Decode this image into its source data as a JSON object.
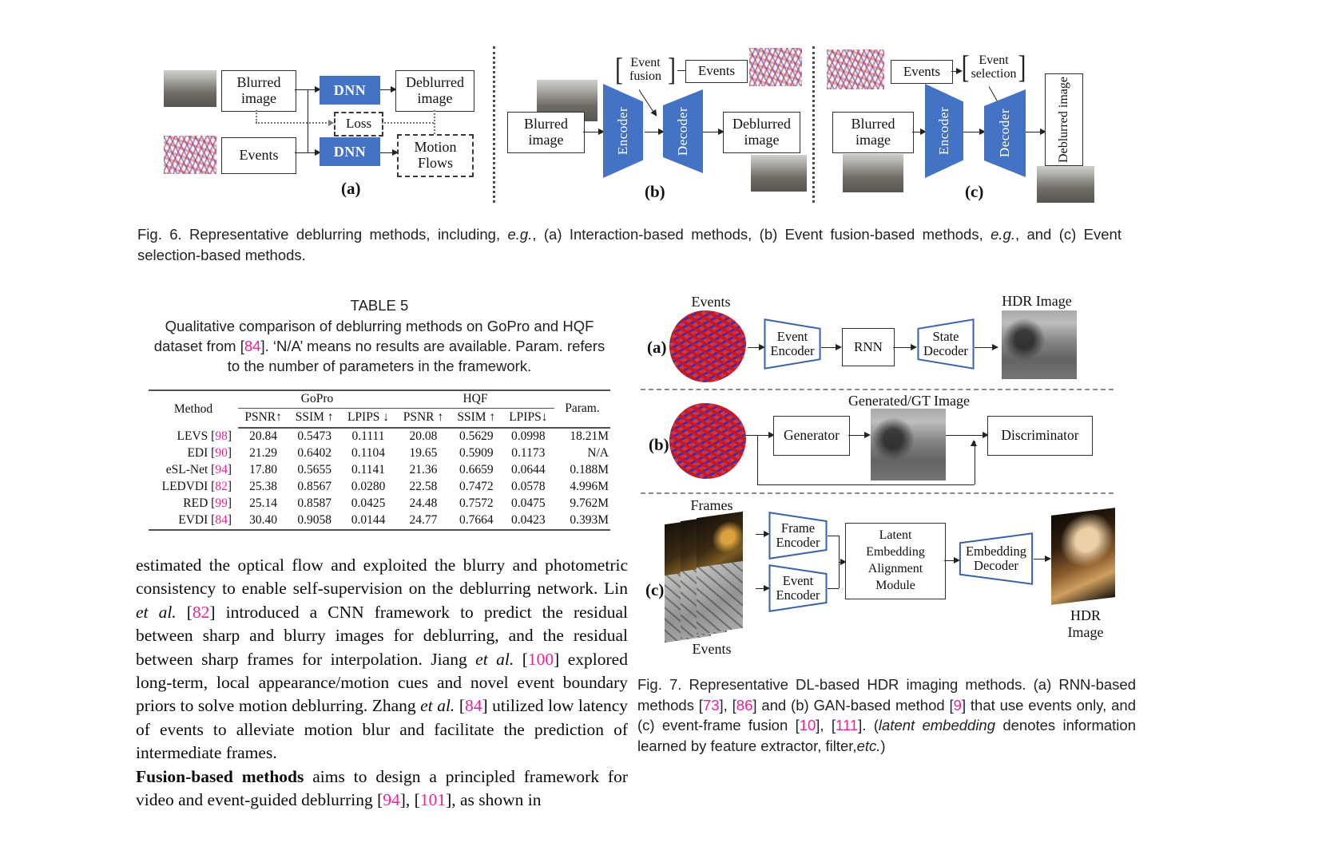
{
  "colors": {
    "accent_blue": "#4472c4",
    "trap_outline_blue": "#3a62a8",
    "ref_magenta": "#e8249c"
  },
  "fig6": {
    "a": {
      "blurred": "Blurred image",
      "events": "Events",
      "dnn_top": "DNN",
      "dnn_bottom": "DNN",
      "loss": "Loss",
      "deblurred": "Deblurred image",
      "motion_flows": "Motion Flows",
      "label": "(a)"
    },
    "b": {
      "event_fusion": "Event fusion",
      "events": "Events",
      "blurred": "Blurred image",
      "encoder": "Encoder",
      "decoder": "Decoder",
      "deblurred": "Deblurred image",
      "label": "(b)"
    },
    "c": {
      "events": "Events",
      "event_selection": "Event selection",
      "blurred": "Blurred image",
      "encoder": "Encoder",
      "decoder": "Decoder",
      "deblurred": "Deblurred image",
      "label": "(c)"
    },
    "caption_runs": [
      {
        "t": "Fig. 6.  Representative deblurring methods, including, "
      },
      {
        "t": "e.g.",
        "s": "i"
      },
      {
        "t": ", (a) Interaction-based methods, (b) Event fusion-based methods, "
      },
      {
        "t": "e.g.",
        "s": "i"
      },
      {
        "t": ", and (c) Event selection-based methods."
      }
    ]
  },
  "table5": {
    "title": "TABLE 5",
    "caption_runs": [
      {
        "t": "Qualitative comparison of deblurring methods on GoPro and HQF dataset from  ["
      },
      {
        "t": "84",
        "s": "ref"
      },
      {
        "t": "]. ‘N/A’ means no results are available. Param. refers to the number of parameters in the framework."
      }
    ],
    "headers": {
      "method": "Method",
      "gopro": "GoPro",
      "hqf": "HQF",
      "param": "Param."
    },
    "sub_headers": [
      "PSNR↑",
      "SSIM ↑",
      "LPIPS ↓",
      "PSNR ↑",
      "SSIM ↑",
      "LPIPS↓"
    ],
    "rows": [
      {
        "method_runs": [
          {
            "t": "LEVS  ["
          },
          {
            "t": "98",
            "s": "ref"
          },
          {
            "t": "]"
          }
        ],
        "values": [
          "20.84",
          "0.5473",
          "0.1111",
          "20.08",
          "0.5629",
          "0.0998"
        ],
        "param": "18.21M"
      },
      {
        "method_runs": [
          {
            "t": "EDI  ["
          },
          {
            "t": "90",
            "s": "ref"
          },
          {
            "t": "]"
          }
        ],
        "values": [
          "21.29",
          "0.6402",
          "0.1104",
          "19.65",
          "0.5909",
          "0.1173"
        ],
        "param": "N/A"
      },
      {
        "method_runs": [
          {
            "t": "eSL-Net  ["
          },
          {
            "t": "94",
            "s": "ref"
          },
          {
            "t": "]"
          }
        ],
        "values": [
          "17.80",
          "0.5655",
          "0.1141",
          "21.36",
          "0.6659",
          "0.0644"
        ],
        "param": "0.188M"
      },
      {
        "method_runs": [
          {
            "t": "LEDVDI  ["
          },
          {
            "t": "82",
            "s": "ref"
          },
          {
            "t": "]"
          }
        ],
        "values": [
          "25.38",
          "0.8567",
          "0.0280",
          "22.58",
          "0.7472",
          "0.0578"
        ],
        "param": "4.996M"
      },
      {
        "method_runs": [
          {
            "t": "RED ["
          },
          {
            "t": "99",
            "s": "ref"
          },
          {
            "t": "]"
          }
        ],
        "values": [
          "25.14",
          "0.8587",
          "0.0425",
          "24.48",
          "0.7572",
          "0.0475"
        ],
        "param": "9.762M"
      },
      {
        "method_runs": [
          {
            "t": "EVDI ["
          },
          {
            "t": "84",
            "s": "ref"
          },
          {
            "t": "]"
          }
        ],
        "values": [
          "30.40",
          "0.9058",
          "0.0144",
          "24.77",
          "0.7664",
          "0.0423"
        ],
        "param": "0.393M"
      }
    ]
  },
  "bodytext": {
    "p1_runs": [
      {
        "t": "estimated the optical flow and exploited the blurry and photometric consistency to enable self-supervision on the deblurring network. Lin "
      },
      {
        "t": "et al.",
        "s": "i"
      },
      {
        "t": " ["
      },
      {
        "t": "82",
        "s": "ref"
      },
      {
        "t": "] introduced a CNN framework to predict the residual between sharp and blurry images for deblurring, and the residual between sharp frames for interpolation. Jiang "
      },
      {
        "t": "et al.",
        "s": "i"
      },
      {
        "t": " ["
      },
      {
        "t": "100",
        "s": "ref"
      },
      {
        "t": "] explored long-term, local appearance/motion cues and novel event boundary priors to solve motion deblurring. Zhang "
      },
      {
        "t": "et al.",
        "s": "i"
      },
      {
        "t": " ["
      },
      {
        "t": "84",
        "s": "ref"
      },
      {
        "t": "] utilized low latency of events to alleviate motion blur and facilitate the prediction of intermediate frames."
      }
    ],
    "p2_runs": [
      {
        "t": "Fusion-based methods",
        "s": "b"
      },
      {
        "t": " aims to design a principled framework for video and event-guided deblurring ["
      },
      {
        "t": "94",
        "s": "ref"
      },
      {
        "t": "], ["
      },
      {
        "t": "101",
        "s": "ref"
      },
      {
        "t": "], as shown in"
      }
    ]
  },
  "fig7": {
    "a": {
      "events_label": "Events",
      "event_encoder": "Event Encoder",
      "rnn": "RNN",
      "state_decoder": "State Decoder",
      "hdr_label": "HDR Image",
      "label": "(a)"
    },
    "b": {
      "generator": "Generator",
      "gen_gt_label": "Generated/GT Image",
      "discriminator": "Discriminator",
      "label": "(b)"
    },
    "c": {
      "frames_label": "Frames",
      "events_label": "Events",
      "frame_encoder": "Frame Encoder",
      "event_encoder": "Event Encoder",
      "module": "Latent Embedding Alignment Module",
      "embedding_decoder": "Embedding Decoder",
      "hdr_label": "HDR Image",
      "label": "(c)"
    },
    "caption_runs": [
      {
        "t": "Fig. 7.  Representative DL-based HDR imaging methods. (a) RNN-based methods ["
      },
      {
        "t": "73",
        "s": "ref"
      },
      {
        "t": "], ["
      },
      {
        "t": "86",
        "s": "ref"
      },
      {
        "t": "] and (b) GAN-based method ["
      },
      {
        "t": "9",
        "s": "ref"
      },
      {
        "t": "] that use events only, and (c) event-frame fusion ["
      },
      {
        "t": "10",
        "s": "ref"
      },
      {
        "t": "], ["
      },
      {
        "t": "111",
        "s": "ref"
      },
      {
        "t": "]. ("
      },
      {
        "t": "latent embedding",
        "s": "i"
      },
      {
        "t": " denotes information learned by feature extractor, filter,"
      },
      {
        "t": "etc.",
        "s": "i"
      },
      {
        "t": ")"
      }
    ]
  }
}
